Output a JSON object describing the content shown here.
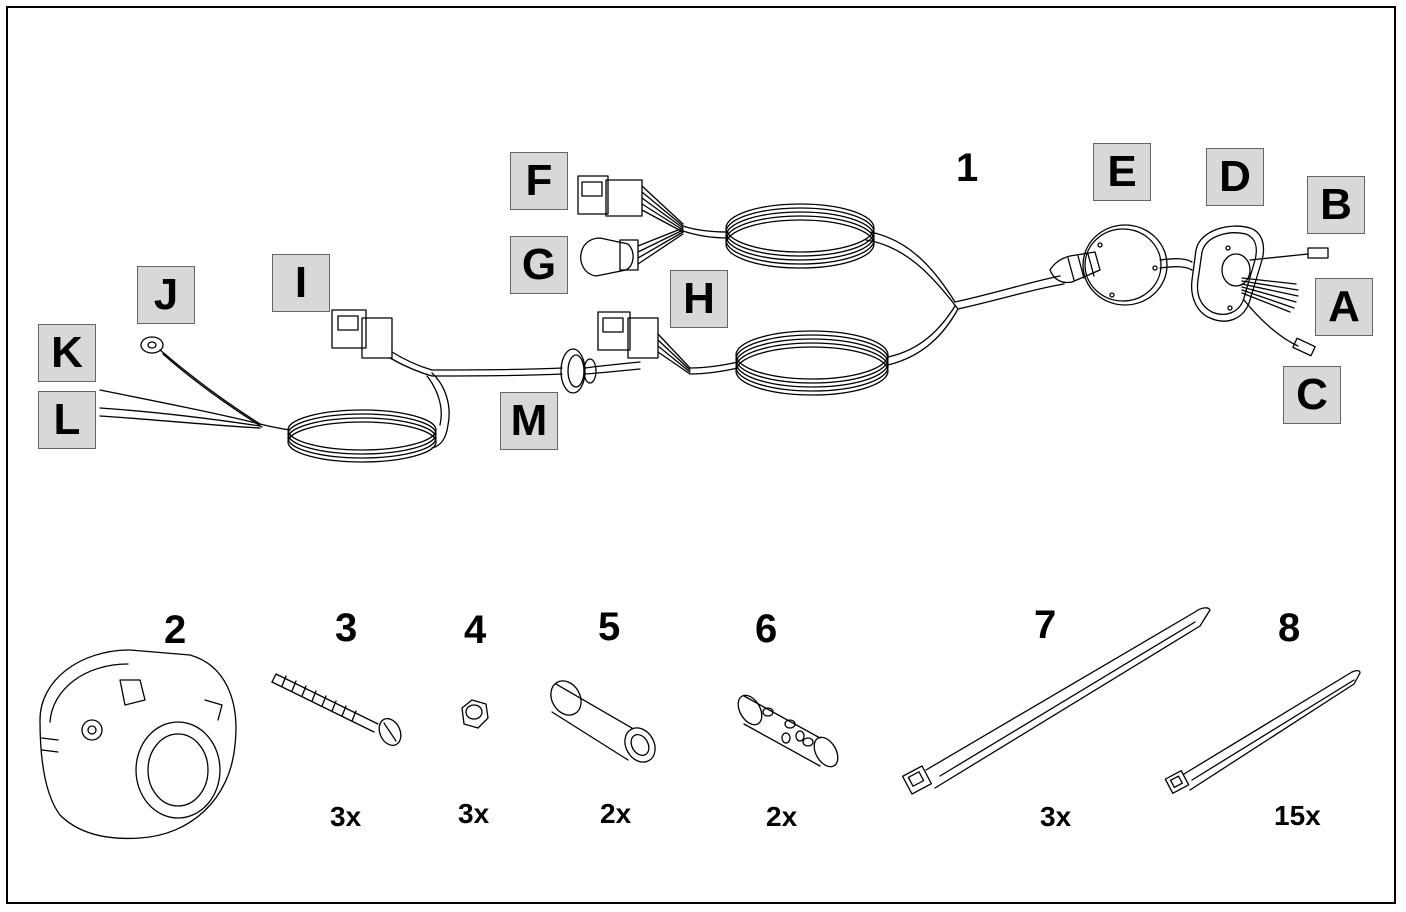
{
  "harness": {
    "item_number": "1",
    "labels": {
      "A": "A",
      "B": "B",
      "C": "C",
      "D": "D",
      "E": "E",
      "F": "F",
      "G": "G",
      "H": "H",
      "I": "I",
      "J": "J",
      "K": "K",
      "L": "L",
      "M": "M"
    }
  },
  "parts": [
    {
      "number": "2",
      "quantity": "",
      "icon": "socket-icon"
    },
    {
      "number": "3",
      "quantity": "3x",
      "icon": "screw-icon"
    },
    {
      "number": "4",
      "quantity": "3x",
      "icon": "nut-icon"
    },
    {
      "number": "5",
      "quantity": "2x",
      "icon": "sleeve-icon"
    },
    {
      "number": "6",
      "quantity": "2x",
      "icon": "connector-sleeve-icon"
    },
    {
      "number": "7",
      "quantity": "3x",
      "icon": "cable-tie-icon"
    },
    {
      "number": "8",
      "quantity": "15x",
      "icon": "small-cable-tie-icon"
    }
  ],
  "colors": {
    "label_bg": "#d8d8d8",
    "line": "#000000",
    "background": "#ffffff"
  }
}
